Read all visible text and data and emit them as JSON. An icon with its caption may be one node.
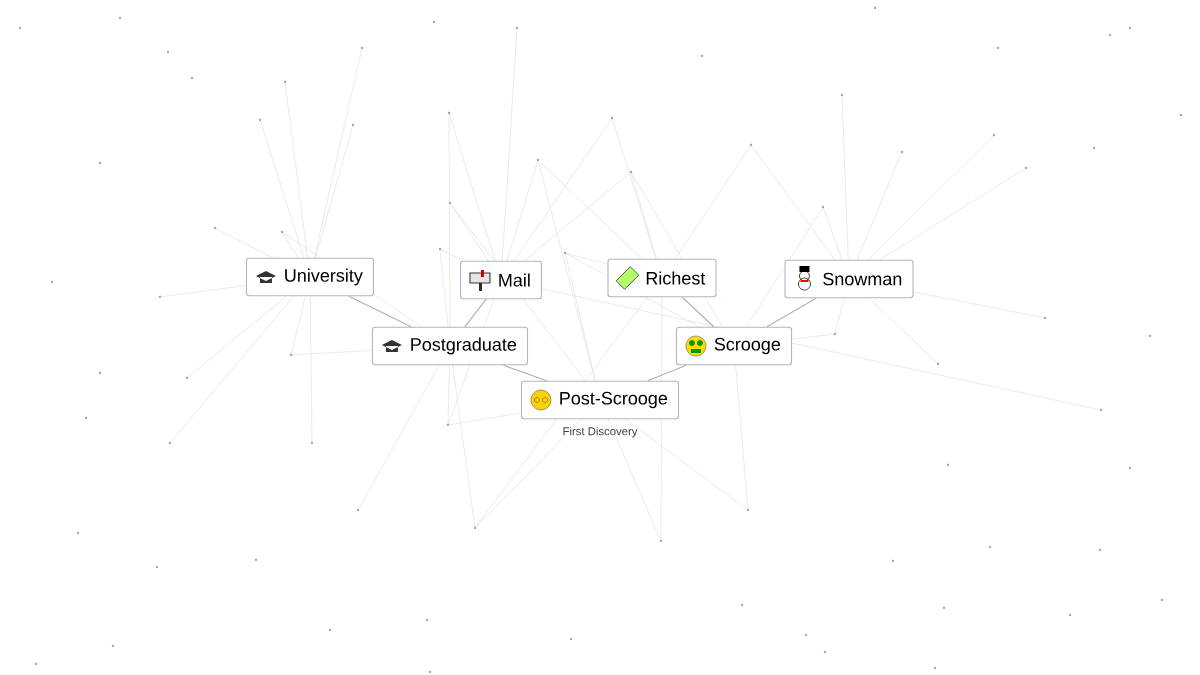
{
  "diagram": {
    "nodes": [
      {
        "text": [
          "University"
        ]
      },
      {
        "text": [
          "Mail"
        ]
      },
      {
        "text": [
          "Richest"
        ]
      },
      {
        "text": [
          "Snowman"
        ]
      },
      {
        "text": [
          "Postgraduate"
        ]
      },
      {
        "text": [
          "Scrooge"
        ]
      },
      {
        "text": [
          "Post-Scrooge"
        ],
        "beside": [
          "First Discovery"
        ]
      }
    ],
    "edges": [
      {
        "from": 0,
        "to": 4,
        "arrow": "none"
      },
      {
        "from": 1,
        "to": 4,
        "arrow": "none"
      },
      {
        "from": 2,
        "to": 5,
        "arrow": "none"
      },
      {
        "from": 3,
        "to": 5,
        "arrow": "none"
      },
      {
        "from": 4,
        "to": 6,
        "arrow": "none"
      },
      {
        "from": 5,
        "to": 6,
        "arrow": "none"
      }
    ]
  }
}
